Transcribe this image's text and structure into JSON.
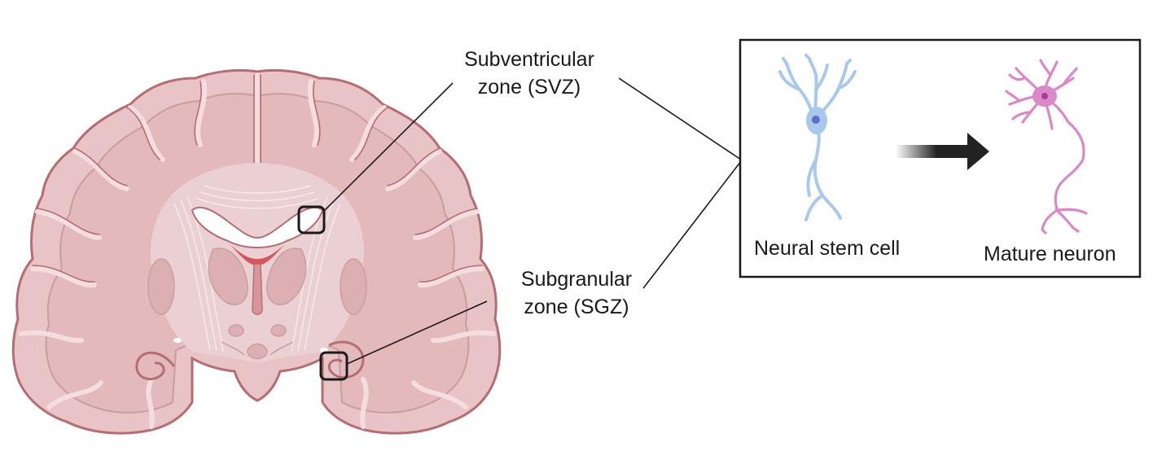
{
  "regions": {
    "svz_line1": "Subventricular",
    "svz_line2": "zone (SVZ)",
    "sgz_line1": "Subgranular",
    "sgz_line2": "zone (SGZ)"
  },
  "inset": {
    "stem_label": "Neural stem cell",
    "neuron_label": "Mature neuron"
  },
  "colors": {
    "brain_fill": "#e9c4c6",
    "brain_dark": "#c99ca0",
    "brain_outline": "#b46d73",
    "ventricle_red": "#d85560",
    "stem_cell": "#a9c9ea",
    "stem_nucleus": "#5b6fc8",
    "neuron": "#d98ac6",
    "neuron_nucleus": "#b0379b",
    "arrow": "#222222"
  }
}
